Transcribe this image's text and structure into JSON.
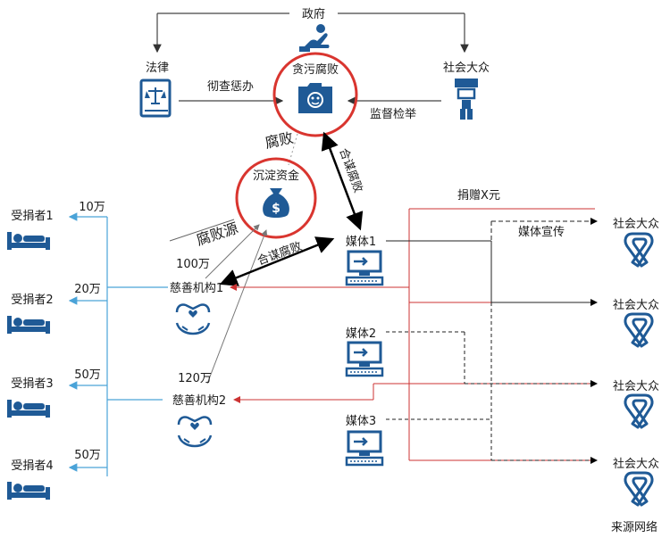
{
  "nodes": {
    "government": "政府",
    "law": "法律",
    "public_top": "社会大众",
    "corruption": "贪污腐败",
    "fund": "沉淀资金",
    "charity1": "慈善机构1",
    "charity2": "慈善机构2",
    "media1": "媒体1",
    "media2": "媒体2",
    "media3": "媒体3",
    "recipient1": "受捐者1",
    "recipient2": "受捐者2",
    "recipient3": "受捐者3",
    "recipient4": "受捐者4",
    "public1": "社会大众",
    "public2": "社会大众",
    "public3": "社会大众",
    "public4": "社会大众"
  },
  "edges": {
    "investigate": "彻查惩办",
    "supervise": "监督检举",
    "corrupt": "腐败",
    "collusion_vertical": "合谋腐败",
    "collusion_diagonal": "合谋腐败",
    "corruption_source": "腐败源",
    "donate": "捐赠X元",
    "media_promo": "媒体宣传",
    "amount_charity1": "100万",
    "amount_charity2": "120万",
    "amount_r1": "10万",
    "amount_r2": "20万",
    "amount_r3": "50万",
    "amount_r4": "50万"
  },
  "source_note": "来源网络",
  "colors": {
    "icon_blue": "#1f5a96",
    "light_blue": "#4aa3d8",
    "red": "#d9352f",
    "red_line": "#cc3333",
    "gray_line": "#555555"
  },
  "icons": {
    "government": "government-hand-icon",
    "law": "law-book-icon",
    "public_top": "citizen-icon",
    "corruption": "corruption-folder-icon",
    "fund": "money-bag-icon",
    "charity": "charity-hands-icon",
    "media": "computer-icon",
    "recipient": "hospital-bed-icon",
    "public": "awareness-ribbon-icon"
  }
}
